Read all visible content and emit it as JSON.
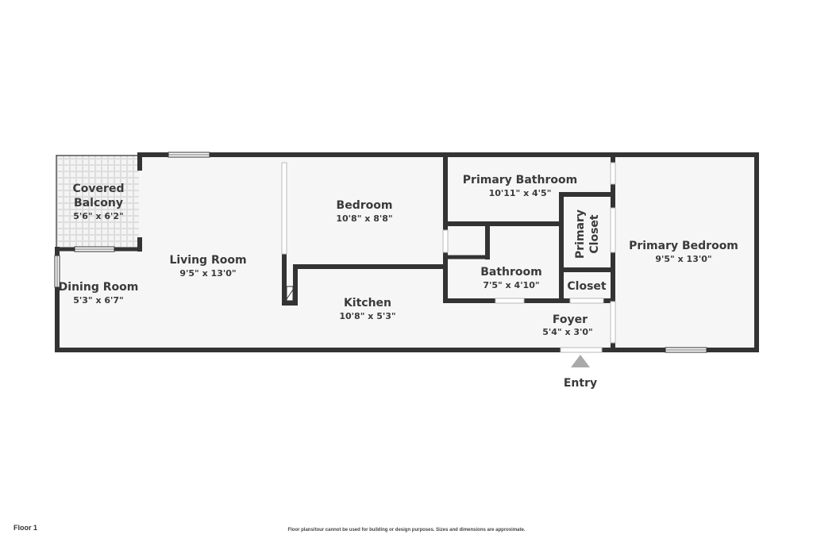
{
  "floor_label": "Floor 1",
  "disclaimer": "Floor plans/tour cannot be used for building or design purposes. Sizes and dimensions are approximate.",
  "entry_label": "Entry",
  "rooms": {
    "covered_balcony": {
      "name_line1": "Covered",
      "name_line2": "Balcony",
      "dims": "5'6\" x 6'2\""
    },
    "living_room": {
      "name": "Living Room",
      "dims": "9'5\" x 13'0\""
    },
    "dining_room": {
      "name": "Dining Room",
      "dims": "5'3\" x 6'7\""
    },
    "bedroom": {
      "name": "Bedroom",
      "dims": "10'8\" x 8'8\""
    },
    "kitchen": {
      "name": "Kitchen",
      "dims": "10'8\" x 5'3\""
    },
    "primary_bathroom": {
      "name": "Primary Bathroom",
      "dims": "10'11\" x 4'5\""
    },
    "bathroom": {
      "name": "Bathroom",
      "dims": "7'5\" x 4'10\""
    },
    "primary_closet": {
      "name_line1": "Primary",
      "name_line2": "Closet"
    },
    "closet": {
      "name": "Closet"
    },
    "foyer": {
      "name": "Foyer",
      "dims": "5'4\" x 3'0\""
    },
    "primary_bedroom": {
      "name": "Primary Bedroom",
      "dims": "9'5\" x 13'0\""
    }
  },
  "colors": {
    "wall": "#333333",
    "floor": "#f6f6f6",
    "window": "#ffffff",
    "arrow": "#a9a9a9"
  }
}
